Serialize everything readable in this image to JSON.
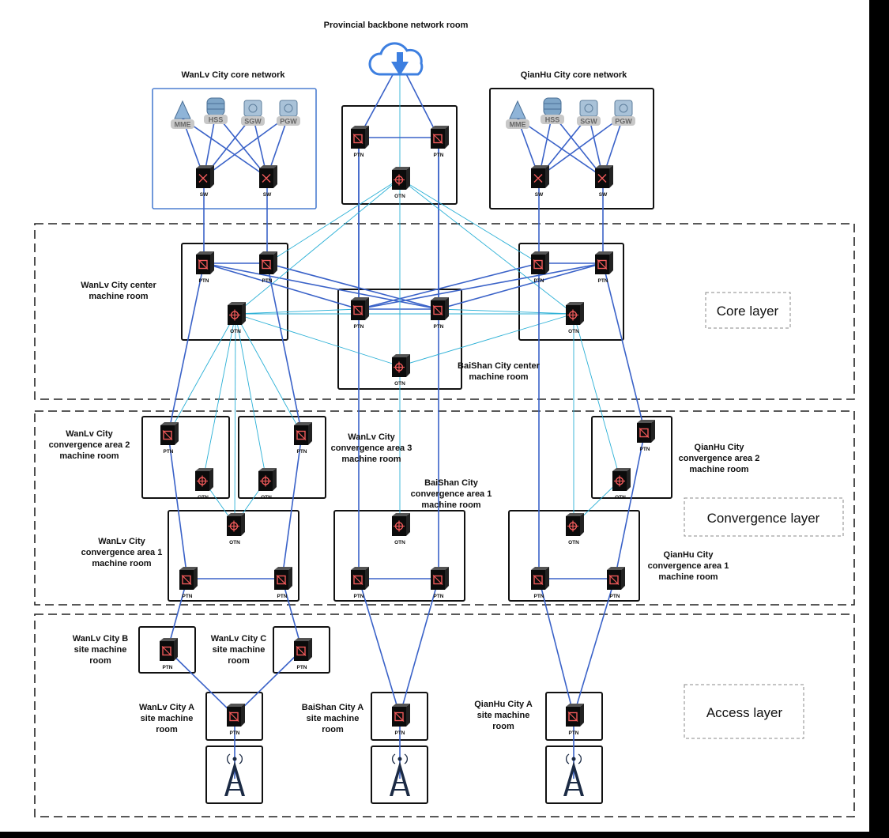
{
  "title": "Provincial backbone network room",
  "layers": {
    "core": "Core layer",
    "convergence": "Convergence layer",
    "access": "Access layer"
  },
  "core_networks": {
    "wanlv": "WanLv City core network",
    "qianhu": "QianHu City core network",
    "elements": [
      "MME",
      "HSS",
      "SGW",
      "PGW"
    ]
  },
  "device_labels": {
    "ptn": "PTN",
    "otn": "OTN",
    "sw": "SW"
  },
  "rooms": {
    "wanlv_center": [
      "WanLv City center",
      "machine room"
    ],
    "baishan_center": [
      "BaiShan City center",
      "machine room"
    ],
    "wanlv_conv2": [
      "WanLv City",
      "convergence area 2",
      "machine room"
    ],
    "wanlv_conv3": [
      "WanLv City",
      "convergence area 3",
      "machine room"
    ],
    "baishan_conv1": [
      "BaiShan City",
      "convergence area 1",
      "machine room"
    ],
    "qianhu_conv2": [
      "QianHu City",
      "convergence area 2",
      "machine room"
    ],
    "wanlv_conv1": [
      "WanLv City",
      "convergence area 1",
      "machine room"
    ],
    "qianhu_conv1": [
      "QianHu City",
      "convergence area 1",
      "machine room"
    ],
    "wanlv_b": [
      "WanLv City B",
      "site machine",
      "room"
    ],
    "wanlv_c": [
      "WanLv City C",
      "site machine",
      "room"
    ],
    "wanlv_a": [
      "WanLv City A",
      "site machine",
      "room"
    ],
    "baishan_a": [
      "BaiShan City A",
      "site machine",
      "room"
    ],
    "qianhu_a": [
      "QianHu City A",
      "site machine",
      "room"
    ]
  },
  "colors": {
    "link_dark": "#3a62c8",
    "link_light": "#2bb0d6",
    "core_box_blue": "#4d7fd1",
    "cloud": "#3d7fe0",
    "device_accent": "#f05a5a"
  }
}
